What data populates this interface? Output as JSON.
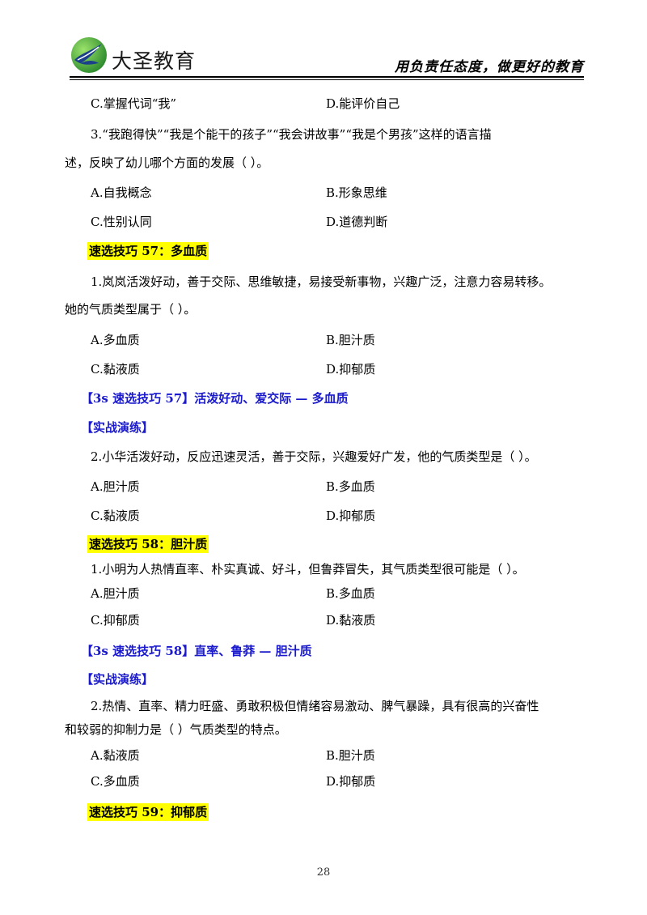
{
  "header": {
    "brand": "大圣教育",
    "slogan": "用负责任态度，做更好的教育",
    "logo_icon": "swallow-globe-icon"
  },
  "lines": {
    "l1a": "C.掌握代词“我”",
    "l1b": "D.能评价自己",
    "q3_1": "3.“我跑得快”“我是个能干的孩子”“我会讲故事”“我是个男孩”这样的语言描",
    "q3_2": "述，反映了幼儿哪个方面的发展（    ）。",
    "q3_A": "A.自我概念",
    "q3_B": "B.形象思维",
    "q3_C": "C.性别认同",
    "q3_D": "D.道德判断",
    "tip57": "速选技巧 57：多血质",
    "q57_1a": "1.岚岚活泼好动，善于交际、思维敏捷，易接受新事物，兴趣广泛，注意力容易转移。",
    "q57_1b": "她的气质类型属于（    ）。",
    "q57_1A": "A.多血质",
    "q57_1B": "B.胆汁质",
    "q57_1C": "C.黏液质",
    "q57_1D": "D.抑郁质",
    "tip57_3s": "【3s 速选技巧 57】活泼好动、爱交际 — 多血质",
    "practice1": "【实战演练】",
    "q57_2": "2.小华活泼好动，反应迅速灵活，善于交际，兴趣爱好广发，他的气质类型是（    ）。",
    "q57_2A": "A.胆汁质",
    "q57_2B": "B.多血质",
    "q57_2C": "C.黏液质",
    "q57_2D": "D.抑郁质",
    "tip58": "速选技巧 58：胆汁质",
    "q58_1": "1.小明为人热情直率、朴实真诚、好斗，但鲁莽冒失，其气质类型很可能是（    ）。",
    "q58_1A": "A.胆汁质",
    "q58_1B": "B.多血质",
    "q58_1C": "C.抑郁质",
    "q58_1D": "D.黏液质",
    "tip58_3s": "【3s 速选技巧 58】直率、鲁莽 — 胆汁质",
    "practice2": "【实战演练】",
    "q58_2a": "2.热情、直率、精力旺盛、勇敢积极但情绪容易激动、脾气暴躁，具有很高的兴奋性",
    "q58_2b": "和较弱的抑制力是（    ）气质类型的特点。",
    "q58_2A": "A.黏液质",
    "q58_2B": "B.胆汁质",
    "q58_2C": "C.多血质",
    "q58_2D": "D.抑郁质",
    "tip59": "速选技巧 59：抑郁质"
  },
  "page_number": "28"
}
